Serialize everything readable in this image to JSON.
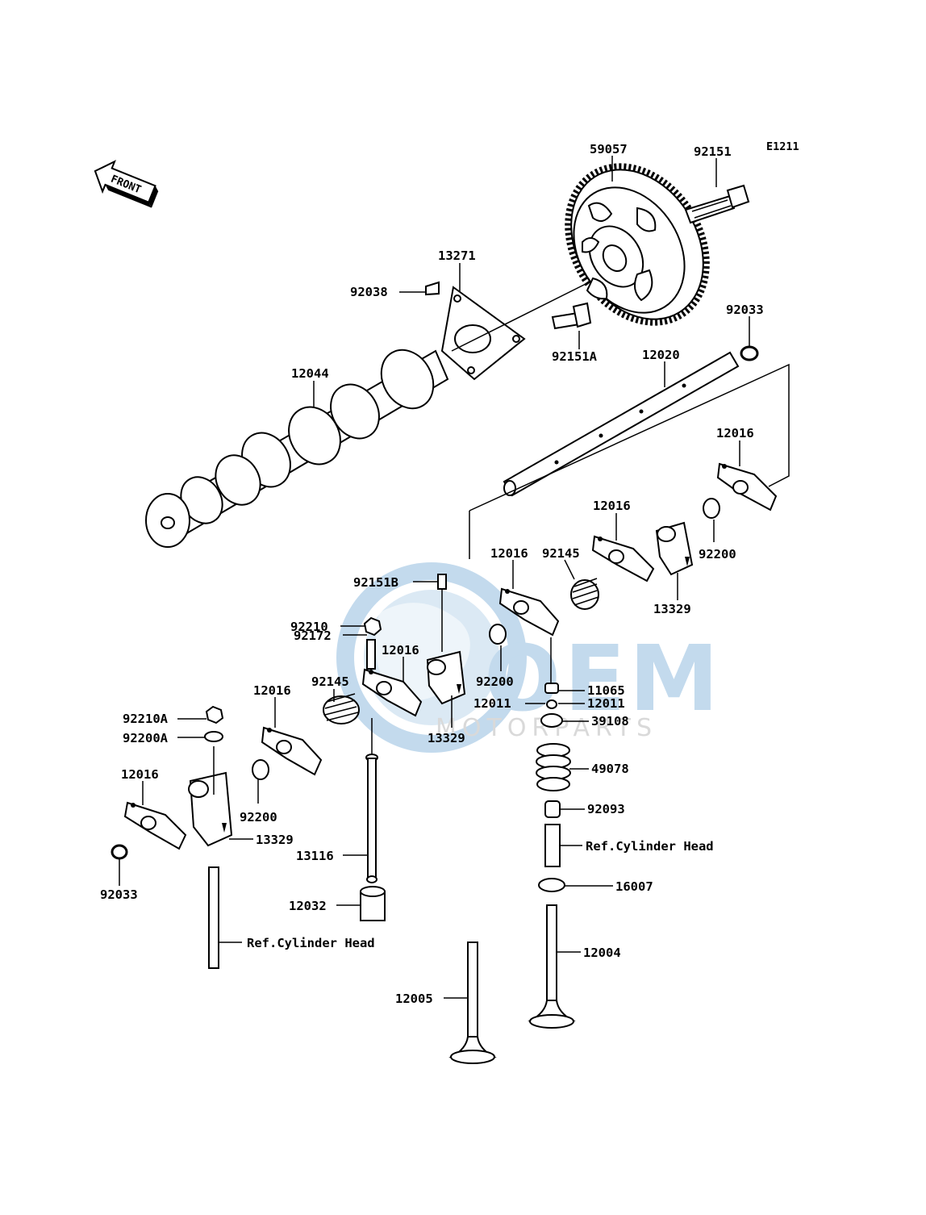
{
  "diagram_code": "E1211",
  "front_label": "FRONT",
  "watermark": {
    "brand": "OEM",
    "subtitle": "MOTORPARTS",
    "color": "#2a7ec0"
  },
  "callouts": [
    {
      "id": "59057",
      "text": "59057"
    },
    {
      "id": "92151",
      "text": "92151"
    },
    {
      "id": "13271",
      "text": "13271"
    },
    {
      "id": "92038",
      "text": "92038"
    },
    {
      "id": "92033_top",
      "text": "92033"
    },
    {
      "id": "92151A",
      "text": "92151A"
    },
    {
      "id": "12020",
      "text": "12020"
    },
    {
      "id": "12044",
      "text": "12044"
    },
    {
      "id": "12016_a",
      "text": "12016"
    },
    {
      "id": "12016_b",
      "text": "12016"
    },
    {
      "id": "92200_a",
      "text": "92200"
    },
    {
      "id": "12016_c",
      "text": "12016"
    },
    {
      "id": "92145_a",
      "text": "92145"
    },
    {
      "id": "13329_a",
      "text": "13329"
    },
    {
      "id": "92151B",
      "text": "92151B"
    },
    {
      "id": "92210",
      "text": "92210"
    },
    {
      "id": "92172",
      "text": "92172"
    },
    {
      "id": "12016_d",
      "text": "12016"
    },
    {
      "id": "92200_b",
      "text": "92200"
    },
    {
      "id": "11065",
      "text": "11065"
    },
    {
      "id": "92145_b",
      "text": "92145"
    },
    {
      "id": "12016_e",
      "text": "12016"
    },
    {
      "id": "12011_a",
      "text": "12011"
    },
    {
      "id": "12011_b",
      "text": "12011"
    },
    {
      "id": "39108",
      "text": "39108"
    },
    {
      "id": "13329_b",
      "text": "13329"
    },
    {
      "id": "92210A",
      "text": "92210A"
    },
    {
      "id": "92200A",
      "text": "92200A"
    },
    {
      "id": "49078",
      "text": "49078"
    },
    {
      "id": "12016_f",
      "text": "12016"
    },
    {
      "id": "92200_c",
      "text": "92200"
    },
    {
      "id": "92093",
      "text": "92093"
    },
    {
      "id": "13329_c",
      "text": "13329"
    },
    {
      "id": "ref_head_a",
      "text": "Ref.Cylinder Head"
    },
    {
      "id": "13116",
      "text": "13116"
    },
    {
      "id": "92033_bottom",
      "text": "92033"
    },
    {
      "id": "16007",
      "text": "16007"
    },
    {
      "id": "12032",
      "text": "12032"
    },
    {
      "id": "12004",
      "text": "12004"
    },
    {
      "id": "ref_head_b",
      "text": "Ref.Cylinder Head"
    },
    {
      "id": "12005",
      "text": "12005"
    }
  ]
}
